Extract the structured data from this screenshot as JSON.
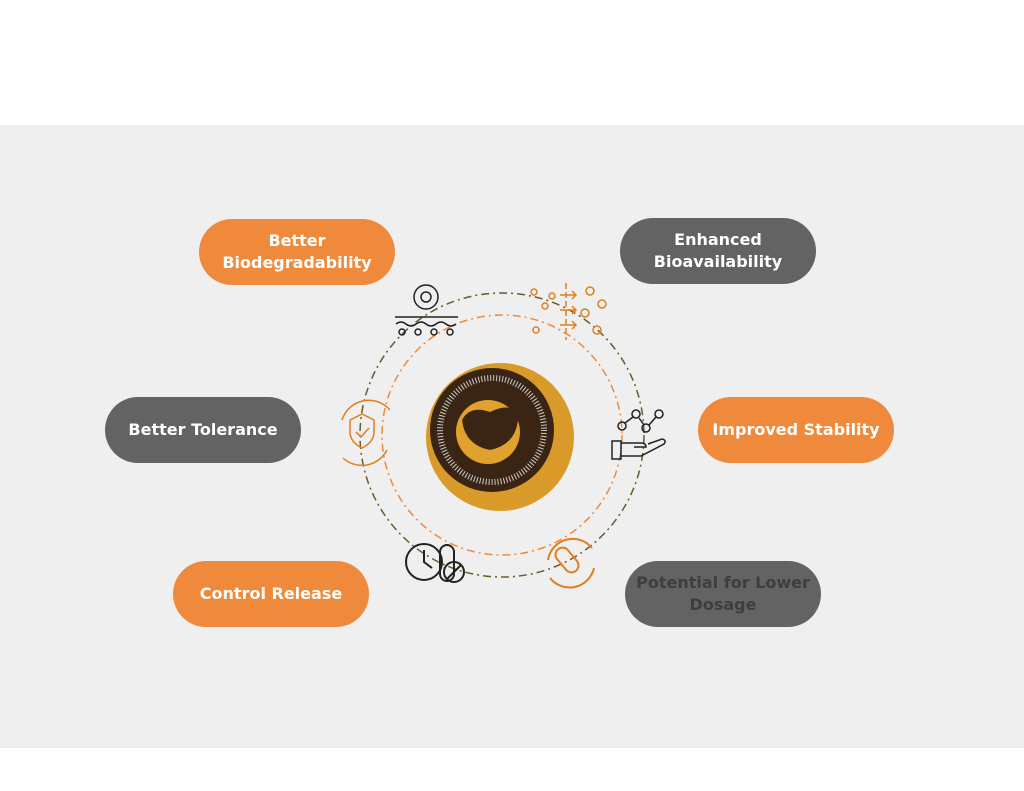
{
  "benefits": {
    "b1": "Better Biodegradability",
    "b2": "Enhanced Bioavailability",
    "b3": "Better Tolerance",
    "b4": "Improved Stability",
    "b5": "Control Release",
    "b6": "Potential for Lower Dosage"
  },
  "colors": {
    "orange": "#ef8a3c",
    "gray": "#636363",
    "background": "#efefef"
  }
}
